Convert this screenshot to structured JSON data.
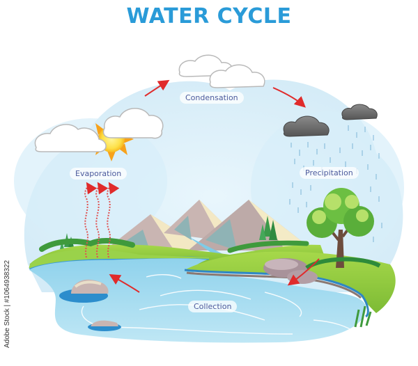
{
  "title": "WATER CYCLE",
  "stages": {
    "evaporation": "Evaporation",
    "condensation": "Condensation",
    "precipitation": "Precipitation",
    "collection": "Collection"
  },
  "watermark": "Adobe Stock | #1064938322",
  "colors": {
    "title": "#2a9bd8",
    "label_text": "#4c5a9c",
    "arrow": "#e02b2b",
    "water": "#a8dcef",
    "grass": "#8cc63f",
    "sky": "#dcf0fa"
  }
}
